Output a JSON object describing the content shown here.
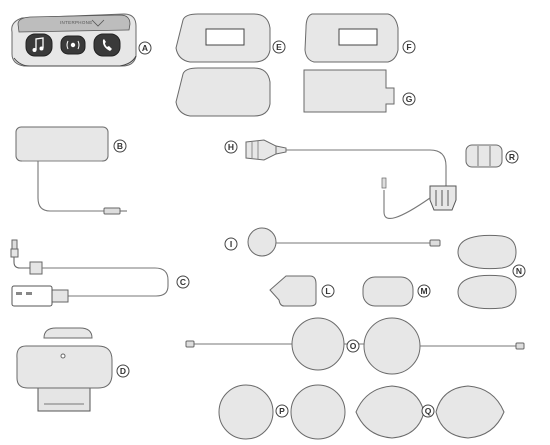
{
  "figure": {
    "brand_text": "INTERPHONE",
    "labels": {
      "A": "A",
      "B": "B",
      "C": "C",
      "D": "D",
      "E": "E",
      "F": "F",
      "G": "G",
      "H": "H",
      "I": "I",
      "L": "L",
      "M": "M",
      "N": "N",
      "O": "O",
      "P": "P",
      "Q": "Q",
      "R": "R"
    },
    "icons": [
      "music-note-icon",
      "intercom-icon",
      "phone-icon"
    ]
  }
}
